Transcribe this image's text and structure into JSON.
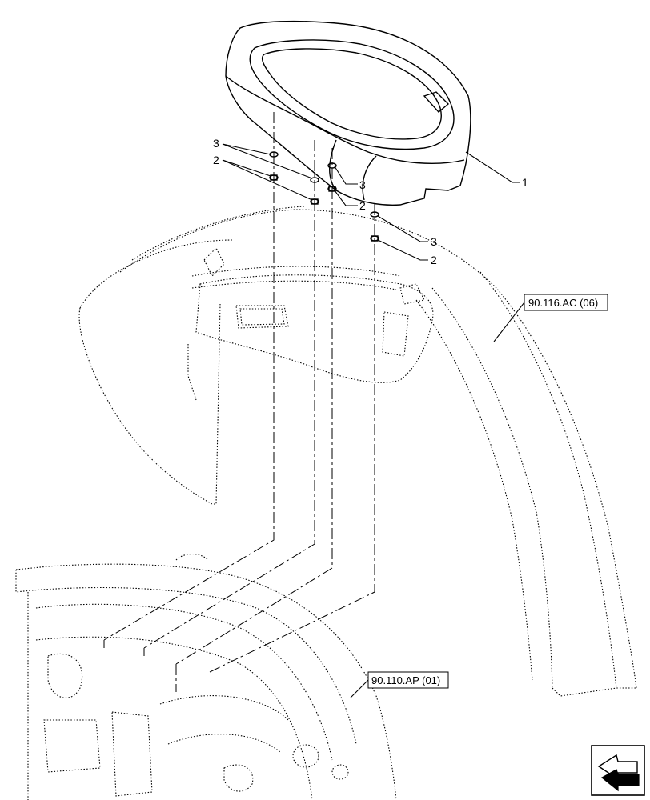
{
  "callouts": {
    "part_1": "1",
    "part_2a": "2",
    "part_3a": "3",
    "part_3b": "3",
    "part_2b": "2",
    "part_3c": "3",
    "part_2c": "2"
  },
  "references": {
    "fender_ref": "90.116.AC (06)",
    "cab_ref": "90.110.AP (01)"
  },
  "nav_icon": "page-back-arrow-icon"
}
